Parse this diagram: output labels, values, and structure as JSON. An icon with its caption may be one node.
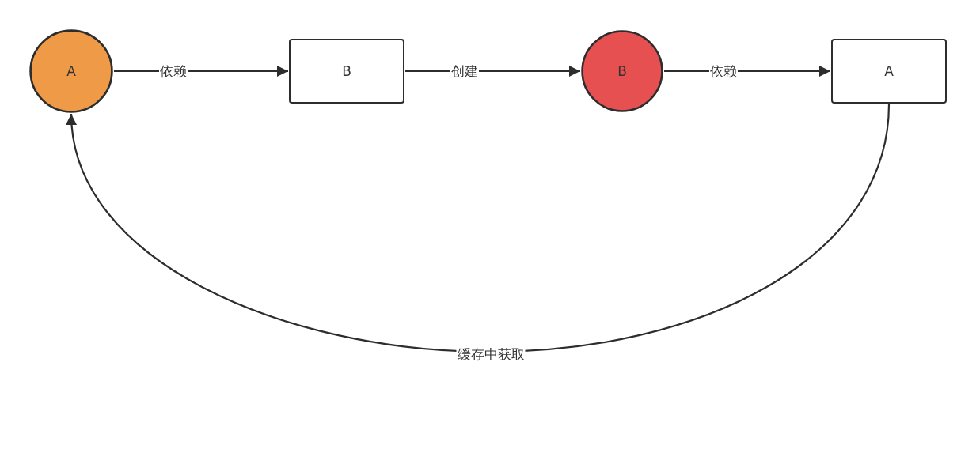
{
  "diagram": {
    "nodes": [
      {
        "text": [
          "A"
        ]
      },
      {
        "text": [
          "B"
        ]
      },
      {
        "text": [
          "B"
        ]
      },
      {
        "text": [
          "A"
        ]
      }
    ],
    "edges": [
      {
        "from": 0,
        "to": 1,
        "arrow": "to",
        "label": "依赖"
      },
      {
        "from": 1,
        "to": 2,
        "arrow": "to",
        "label": "创建"
      },
      {
        "from": 2,
        "to": 3,
        "arrow": "to",
        "label": "依赖"
      },
      {
        "from": 3,
        "to": 0,
        "arrow": "to",
        "label": "缓存中获取"
      }
    ]
  }
}
